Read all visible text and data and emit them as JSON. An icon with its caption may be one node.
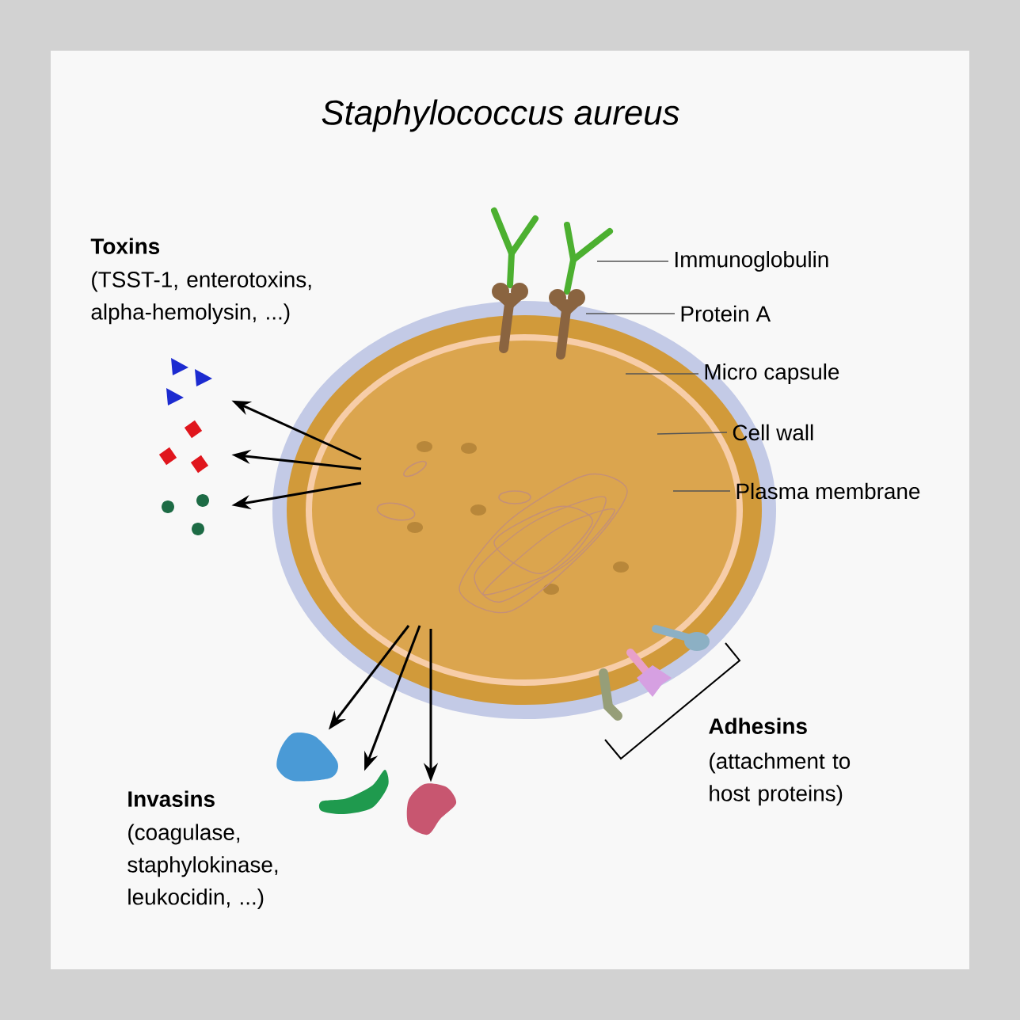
{
  "diagram": {
    "title": "Staphylococcus aureus",
    "nodes": [
      {
        "text": [],
        "shape": "picture"
      },
      {
        "text": [],
        "shape": "triangle"
      },
      {
        "text": [],
        "shape": "square"
      },
      {
        "text": [],
        "shape": "dot"
      },
      {
        "text": [],
        "shape": "blob"
      },
      {
        "text": [],
        "shape": "blob"
      },
      {
        "text": [],
        "shape": "blob"
      },
      {
        "text": [
          "Immunoglobulin"
        ]
      },
      {
        "text": [
          "Protein A"
        ]
      },
      {
        "text": [
          "Micro capsule"
        ]
      },
      {
        "text": [
          "Cell wall"
        ]
      },
      {
        "text": [
          "Plasma membrane"
        ]
      }
    ],
    "edges": [
      {
        "from": 0,
        "to": 1,
        "arrow": "to"
      },
      {
        "from": 0,
        "to": 2,
        "arrow": "to"
      },
      {
        "from": 0,
        "to": 3,
        "arrow": "to"
      },
      {
        "from": 0,
        "to": 4,
        "arrow": "to"
      },
      {
        "from": 0,
        "to": 5,
        "arrow": "to"
      },
      {
        "from": 0,
        "to": 6,
        "arrow": "to"
      },
      {
        "from": 7,
        "to": 0,
        "arrow": "none",
        "color": "#555555"
      },
      {
        "from": 8,
        "to": 0,
        "arrow": "none",
        "color": "#555555"
      },
      {
        "from": 9,
        "to": 0,
        "arrow": "none",
        "color": "#555555"
      },
      {
        "from": 10,
        "to": 0,
        "arrow": "none",
        "color": "#555555"
      },
      {
        "from": 11,
        "to": 0,
        "arrow": "none",
        "color": "#555555"
      }
    ],
    "labels": [
      "Toxins",
      "(TSST-1, enterotoxins, alpha-hemolysin, ...)",
      "Invasins",
      "(coagulase, staphylokinase, leukocidin, ...)",
      "Adhesins",
      "(attachment to host proteins)"
    ]
  }
}
